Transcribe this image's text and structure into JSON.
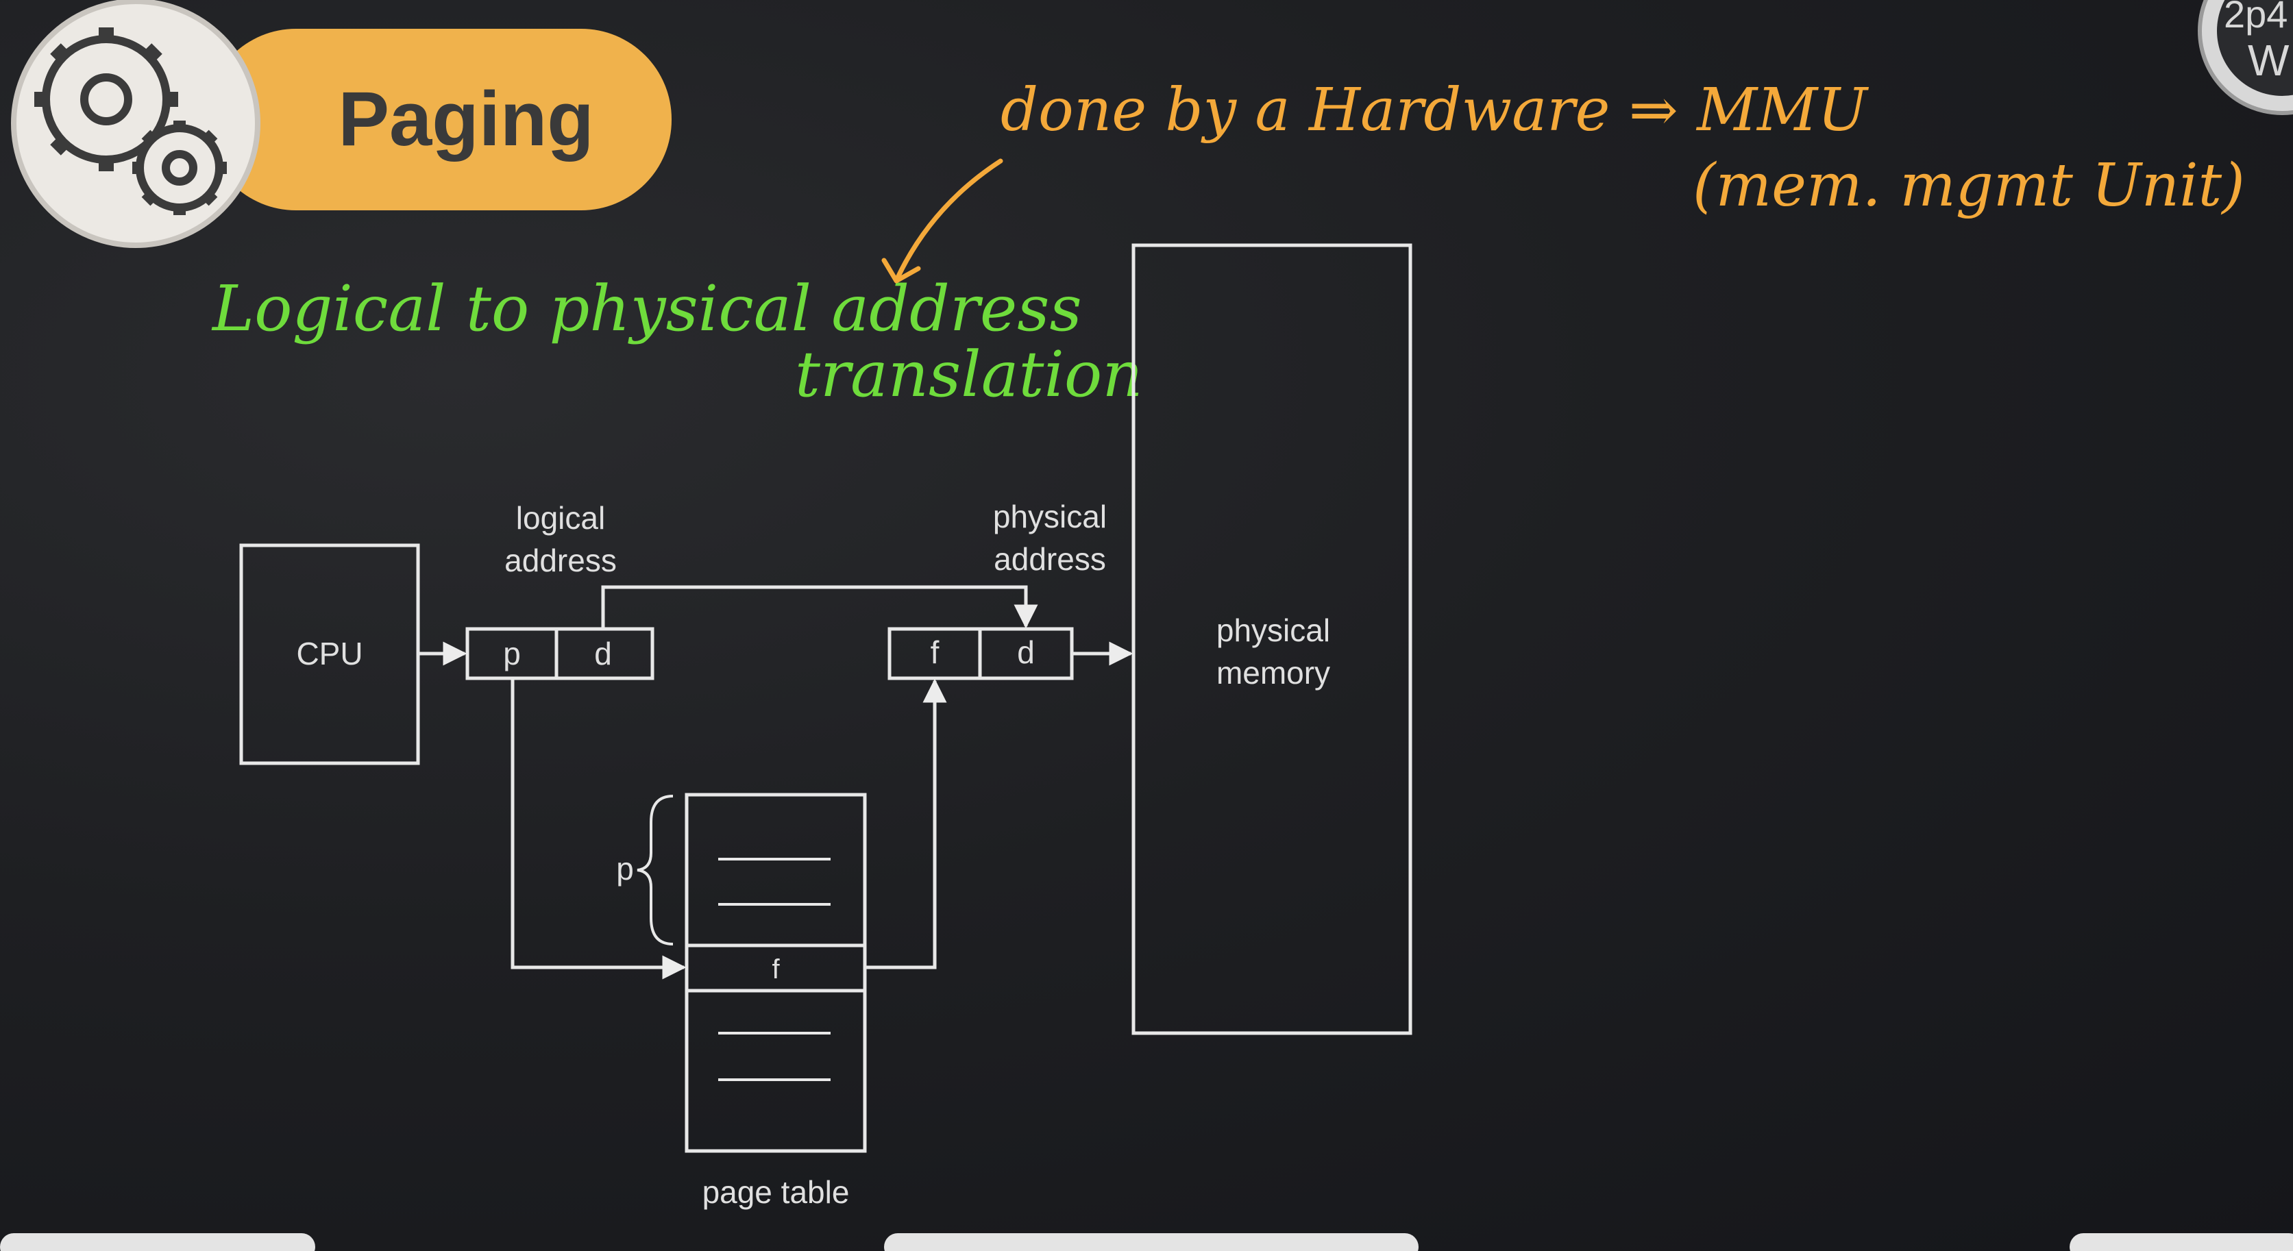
{
  "header": {
    "title": "Paging",
    "icon": "gears-icon",
    "badge_color": "#f0b24c",
    "circle_color": "#ece9e4"
  },
  "annotations": {
    "green_line1": "Logical to physical address",
    "green_line2": "translation",
    "green_color": "#6fdc3c",
    "orange_line1": "done by a Hardware ⇒ MMU",
    "orange_line2": "(mem. mgmt Unit)",
    "orange_color": "#f4a93a"
  },
  "diagram": {
    "cpu_label": "CPU",
    "logical_address_label_1": "logical",
    "logical_address_label_2": "address",
    "physical_address_label_1": "physical",
    "physical_address_label_2": "address",
    "logical_p": "p",
    "logical_d": "d",
    "physical_f": "f",
    "physical_d": "d",
    "physical_memory_label_1": "physical",
    "physical_memory_label_2": "memory",
    "page_table_entry": "f",
    "page_table_brace_label": "p",
    "page_table_label": "page table",
    "line_color": "#e8e8e8"
  },
  "corner": {
    "text_1": "2p4",
    "text_2": "W"
  }
}
